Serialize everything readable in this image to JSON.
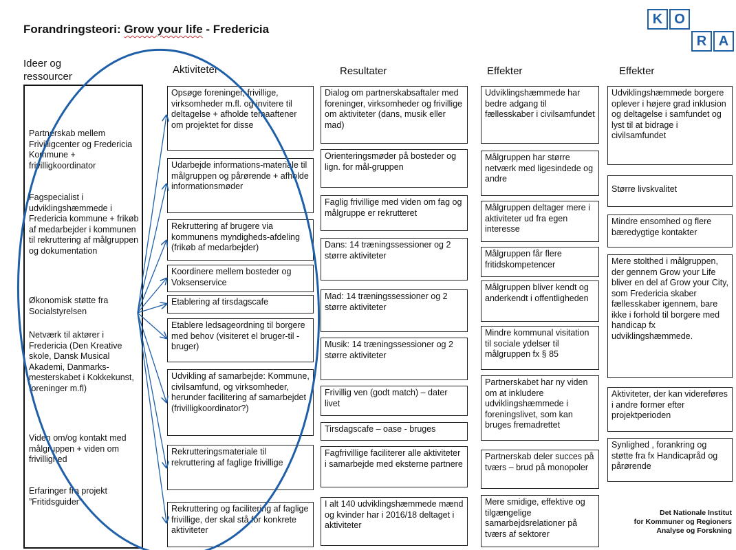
{
  "title": {
    "prefix": "Forandringsteori: ",
    "highlight": "Grow your life",
    "suffix": "  - Fredericia"
  },
  "logo": {
    "letters": [
      "K",
      "O",
      "R",
      "A"
    ],
    "color": "#1e5fa8"
  },
  "institute": [
    "Det Nationale Institut",
    "for Kommuner og Regioners",
    "Analyse og Forskning"
  ],
  "headers": {
    "ideer": [
      "Ideer og",
      "ressourcer"
    ],
    "aktiviteter": "Aktiviteter",
    "resultater": "Resultater",
    "effekter1": "Effekter",
    "effekter2": "Effekter"
  },
  "ressourcer": [
    "Partnerskab mellem Frivilligcenter og Fredericia Kommune + frivilligkoordinator",
    "Fagspecialist i udviklingshæmmede i Fredericia kommune + frikøb af medarbejder i kommunen til rekruttering af målgruppen og dokumentation",
    "Økonomisk støtte fra Socialstyrelsen",
    "Netværk til aktører i Fredericia (Den Kreative skole, Dansk Musical Akademi, Danmarks-mesterskabet i Kokkekunst, foreninger m.fl)",
    "Viden om/og kontakt med målgruppen + viden om frivillighed",
    "Erfaringer fra projekt ”Fritidsguider”"
  ],
  "aktiviteter": [
    "Opsøge foreninger, frivillige, virksomheder m.fl. og invitere til deltagelse + afholde temaaftener om projektet for disse",
    "Udarbejde informations-materiale til målgruppen og pårørende + afholde informationsmøder",
    "Rekruttering af brugere via kommunens myndigheds-afdeling (frikøb af medarbejder)",
    "Koordinere mellem bosteder og Voksenservice",
    "Etablering af tirsdagscafe",
    "Etablere ledsageordning til borgere med behov (visiteret el bruger-til -bruger)",
    "Udvikling af samarbejde: Kommune, civilsamfund, og virksomheder, herunder facilitering af samarbejdet (frivilligkoordinator?)",
    "Rekrutteringsmateriale til rekruttering af faglige frivillige",
    "Rekruttering og facilitering af faglige frivillige, der skal stå for konkrete aktiviteter"
  ],
  "resultater": [
    "Dialog om partnerskabsaftaler med foreninger, virksomheder og frivillige om aktiviteter (dans, musik eller mad)",
    "Orienteringsmøder på bosteder og lign. for mål-gruppen",
    "Faglig frivillige med viden om fag og målgruppe er rekrutteret",
    "Dans: 14 træningssessioner og 2 større aktiviteter",
    "Mad: 14 træningssessioner og 2 større aktiviteter",
    "Musik: 14 træningssessioner og 2 større aktiviteter",
    "Frivillig ven (godt match) – dater livet",
    "Tirsdagscafe – oase - bruges",
    "Fagfrivillige faciliterer alle aktiviteter i samarbejde med eksterne partnere",
    "I alt 140 udviklingshæmmede mænd og kvinder har i 2016/18 deltaget i aktiviteter"
  ],
  "effekter1": [
    "Udviklingshæmmede har bedre adgang til fællesskaber i civilsamfundet",
    "Målgruppen har større netværk med ligesindede og andre",
    "Målgruppen deltager mere i aktiviteter ud fra egen interesse",
    "Målgruppen får flere fritidskompetencer",
    "Målgruppen bliver kendt og anderkendt i offentligheden",
    "Mindre kommunal visitation til sociale ydelser til målgruppen fx § 85",
    "Partnerskabet har ny viden om at inkludere udviklingshæmmede i foreningslivet, som kan bruges fremadrettet",
    "Partnerskab deler succes på tværs – brud på monopoler",
    "Mere smidige, effektive og tilgængelige samarbejdsrelationer på tværs af sektorer"
  ],
  "effekter2": [
    "Udviklingshæmmede borgere oplever i højere grad inklusion og deltagelse i samfundet og lyst til at bidrage i civilsamfundet",
    "Større livskvalitet",
    "Mindre ensomhed og flere bæredygtige kontakter",
    "Mere stolthed i målgruppen, der gennem Grow your Life bliver en del af Grow your City, som Fredericia skaber fællesskaber igennem, bare ikke i forhold til borgere med handicap fx udviklingshæmmede.",
    "Aktiviteter, der kan videreføres i andre former efter projektperioden",
    "Synlighed , forankring og støtte fra fx Handicapråd og pårørende"
  ],
  "colors": {
    "ellipse": "#1f5fa8",
    "arrow": "#1f5fa8",
    "border": "#222222"
  }
}
